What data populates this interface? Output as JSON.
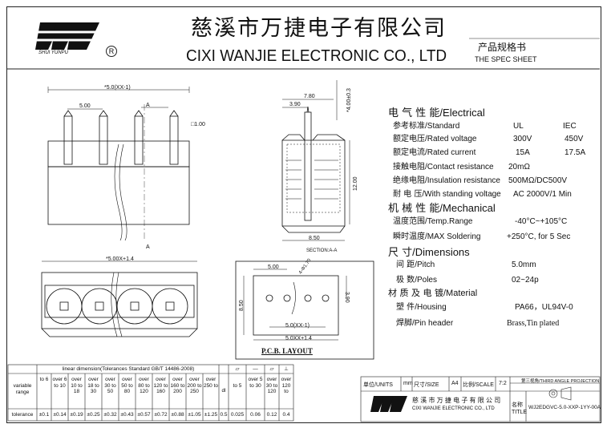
{
  "header": {
    "company_cn": "慈溪市万捷电子有限公司",
    "company_en": "CIXI  WANJIE  ELECTRONIC CO., LTD",
    "logo_subtext": "SHUI YUNPU",
    "registered_mark": "R",
    "spec_sheet_cn": "产品规格书",
    "spec_sheet_en": "THE SPEC SHEET"
  },
  "drawing": {
    "front_dims": [
      "*5.0(XX-1)",
      "5.00",
      "A",
      "□1.00",
      "A"
    ],
    "side_dims": [
      "7.80",
      "3.90",
      "*4.00±0.3",
      "12.00",
      "8.50",
      "SECTION:A-A"
    ],
    "bottom_dims": [
      "*5.00X+1.4"
    ],
    "pcb_dims": [
      "5.00",
      "4-Φ1.70",
      "3.90",
      "8.50",
      "5.0(XX-1)",
      "5.0XX+1.4"
    ],
    "pcb_title": "P.C.B.  LAYOUT"
  },
  "specs": {
    "electrical": {
      "cn": "电 气 性 能",
      "en": "/Electrical"
    },
    "rows": [
      {
        "cn": "参考标准",
        "en": "/Standard",
        "v1": "UL",
        "v2": "IEC"
      },
      {
        "cn": "额定电压",
        "en": "/Rated voltage",
        "v1": "300V",
        "v2": "450V"
      },
      {
        "cn": "额定电流",
        "en": "/Rated current",
        "v1": "15A",
        "v2": "17.5A"
      },
      {
        "cn": "接触电阻",
        "en": "/Contact resistance",
        "v1": "20mΩ",
        "v2": ""
      },
      {
        "cn": "绝缘电阻",
        "en": "/Insulation resistance",
        "v1": "500MΩ/DC500V",
        "v2": ""
      },
      {
        "cn": "耐 电 压",
        "en": "/With standing voltage",
        "v1": "AC 2000V/1 Min",
        "v2": ""
      }
    ],
    "mechanical": {
      "cn": "机 械 性 能",
      "en": "/Mechanical"
    },
    "mech_rows": [
      {
        "cn": "温度范围",
        "en": "/Temp.Range",
        "v1": "-40°C~+105°C"
      },
      {
        "cn": "瞬时温度",
        "en": "/MAX Soldering",
        "v1": "+250°C, for 5 Sec"
      }
    ],
    "dimensions": {
      "cn": "尺   寸",
      "en": "/Dimensions"
    },
    "dim_rows": [
      {
        "cn": "间 距",
        "en": "/Pitch",
        "v1": "5.0mm"
      },
      {
        "cn": "极 数",
        "en": "/Poles",
        "v1": "02~24p"
      }
    ],
    "material": {
      "cn": "材 质 及 电 镀",
      "en": "/Material"
    },
    "mat_rows": [
      {
        "cn": "塑 件",
        "en": "/Housing",
        "v1": "PA66，UL94V-0"
      },
      {
        "cn": "焊脚",
        "en": "/Pin header",
        "v1": "Brass,Tin plated"
      }
    ]
  },
  "tolerance_table": {
    "title": "linear dimension(Tolerances Standard GB/T 14486-2008)",
    "row_label_1": "variable range",
    "row_label_2": "tolerance",
    "cols": [
      {
        "range": "to 6",
        "tol": "±0.1"
      },
      {
        "range": "over 6 to 10",
        "tol": "±0.14"
      },
      {
        "range": "over 10 to 18",
        "tol": "±0.19"
      },
      {
        "range": "over 18 to 30",
        "tol": "±0.25"
      },
      {
        "range": "over 30 to 50",
        "tol": "±0.32"
      },
      {
        "range": "over 50 to 80",
        "tol": "±0.43"
      },
      {
        "range": "over 80 to 120",
        "tol": "±0.57"
      },
      {
        "range": "over 120 to 160",
        "tol": "±0.72"
      },
      {
        "range": "over 160 to 200",
        "tol": "±0.88"
      },
      {
        "range": "over 200 to 250",
        "tol": "±1.05"
      },
      {
        "range": "over 250 to",
        "tol": "±1.25"
      }
    ],
    "geo_syms": [
      "⏥",
      "—",
      "▱",
      "⊥"
    ],
    "geo_cols": [
      {
        "range": "to 5",
        "tol": "0.025"
      },
      {
        "range": "over 5 to 30",
        "tol": "0.06"
      },
      {
        "range": "over 30 to 120",
        "tol": "0.12"
      },
      {
        "range": "over 120 to",
        "tol": "0.4"
      }
    ],
    "flatness_extra": "0.5",
    "dl": "dl"
  },
  "title_block": {
    "units_label": "单位/UNITS",
    "units": "mm",
    "size_label": "尺寸/SIZE",
    "size": "A4",
    "scale_label": "比例/SCALE",
    "scale": "7:2",
    "projection": "第三视角/THIRD ANGLE PROJECTION",
    "company_cn": "慈 溪 市 万 捷 电 子 有 限 公 司",
    "company_en": "CIXI  WANJIE  ELECTRONIC CO., LTD",
    "name_label_cn": "名称",
    "name_label_en": "TITLE",
    "part_no": "WJ2EDGVC-5.0-XXP-1YY-00A"
  }
}
